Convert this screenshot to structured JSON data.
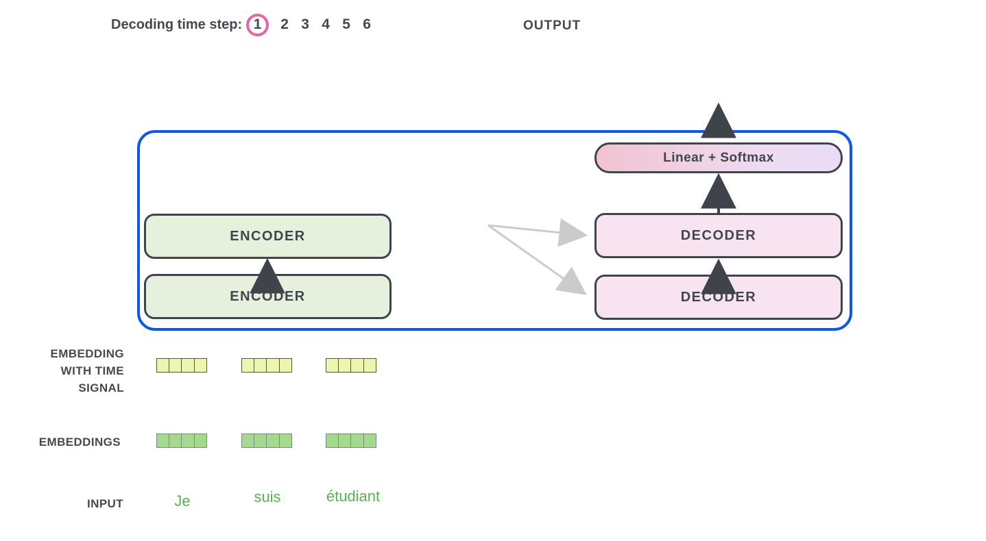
{
  "header": {
    "decoding_label": "Decoding time step:",
    "steps": [
      "1",
      "2",
      "3",
      "4",
      "5",
      "6"
    ],
    "active_step": "1",
    "output_label": "OUTPUT"
  },
  "transformer": {
    "encoders": [
      "ENCODER",
      "ENCODER"
    ],
    "decoders": [
      "DECODER",
      "DECODER"
    ],
    "linear_softmax_label": "Linear + Softmax"
  },
  "left_labels": {
    "embedding_time_lines": [
      "EMBEDDING",
      "WITH TIME",
      "SIGNAL"
    ],
    "embeddings_label": "EMBEDDINGS",
    "input_label": "INPUT"
  },
  "input_words": [
    "Je",
    "suis",
    "étudiant"
  ],
  "vectors": {
    "cells_per_vector": 4,
    "embedding_time_count": 3,
    "embeddings_count": 3
  },
  "colors": {
    "accent_blue": "#0d57ef",
    "step_circle_pink": "#e763a7",
    "encoder_fill": "#e5f0dd",
    "decoder_fill": "#f8e4f0",
    "linear_gradient_start": "#f1c3d0",
    "linear_gradient_end": "#eadcf7",
    "embedding_time_cell": "#eef5b1",
    "embedding_cell": "#a3da90",
    "input_word_green": "#56b44e",
    "dark_text": "#45494f",
    "dark_arrow": "#3f444a",
    "gray_arrow": "#cbcbcb"
  }
}
